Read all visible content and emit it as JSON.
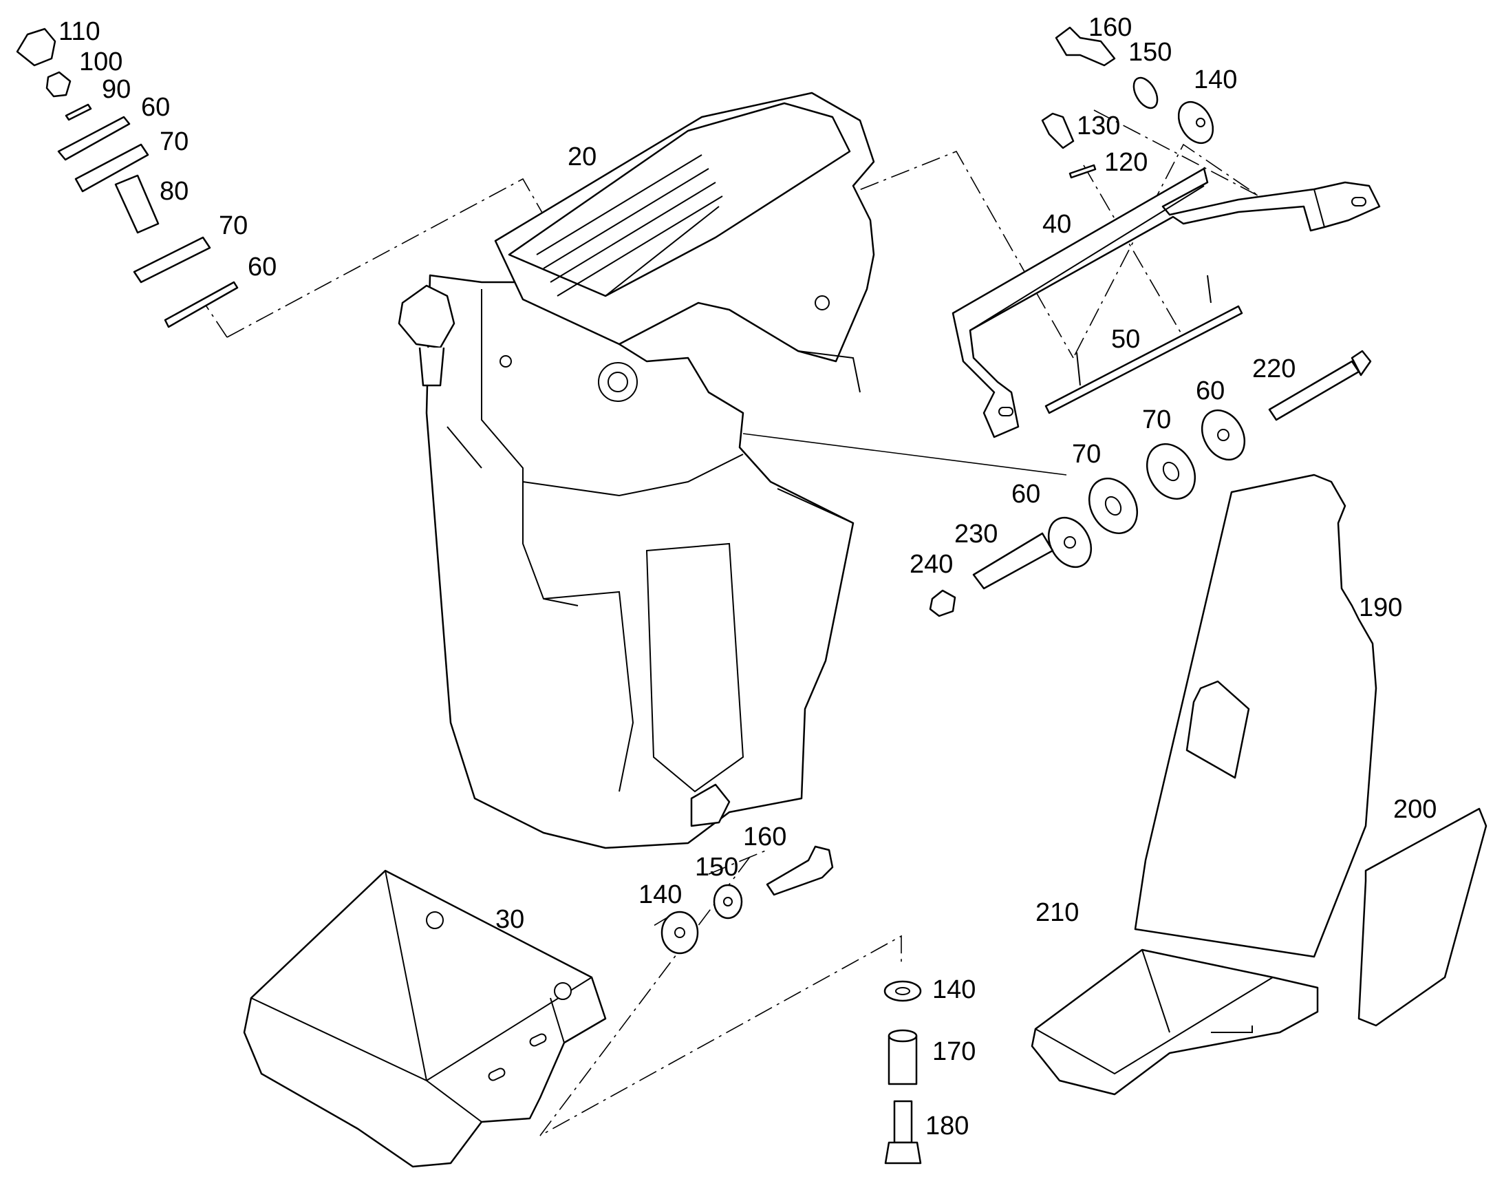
{
  "callouts": [
    {
      "id": "c110a",
      "text": "110"
    },
    {
      "id": "c100a",
      "text": "100"
    },
    {
      "id": "c90a",
      "text": "90"
    },
    {
      "id": "c60a",
      "text": "60"
    },
    {
      "id": "c70a",
      "text": "70"
    },
    {
      "id": "c80a",
      "text": "80"
    },
    {
      "id": "c70b",
      "text": "70"
    },
    {
      "id": "c60b",
      "text": "60"
    },
    {
      "id": "c20",
      "text": "20"
    },
    {
      "id": "c160a",
      "text": "160"
    },
    {
      "id": "c150a",
      "text": "150"
    },
    {
      "id": "c140a",
      "text": "140"
    },
    {
      "id": "c130",
      "text": "130"
    },
    {
      "id": "c120",
      "text": "120"
    },
    {
      "id": "c40",
      "text": "40"
    },
    {
      "id": "c50",
      "text": "50"
    },
    {
      "id": "c220",
      "text": "220"
    },
    {
      "id": "c60c",
      "text": "60"
    },
    {
      "id": "c70c",
      "text": "70"
    },
    {
      "id": "c70d",
      "text": "70"
    },
    {
      "id": "c60d",
      "text": "60"
    },
    {
      "id": "c230",
      "text": "230"
    },
    {
      "id": "c240",
      "text": "240"
    },
    {
      "id": "c190",
      "text": "190"
    },
    {
      "id": "c200",
      "text": "200"
    },
    {
      "id": "c210",
      "text": "210"
    },
    {
      "id": "c160b",
      "text": "160"
    },
    {
      "id": "c150b",
      "text": "150"
    },
    {
      "id": "c140b",
      "text": "140"
    },
    {
      "id": "c30",
      "text": "30"
    },
    {
      "id": "c140c",
      "text": "140"
    },
    {
      "id": "c170",
      "text": "170"
    },
    {
      "id": "c180",
      "text": "180"
    }
  ]
}
